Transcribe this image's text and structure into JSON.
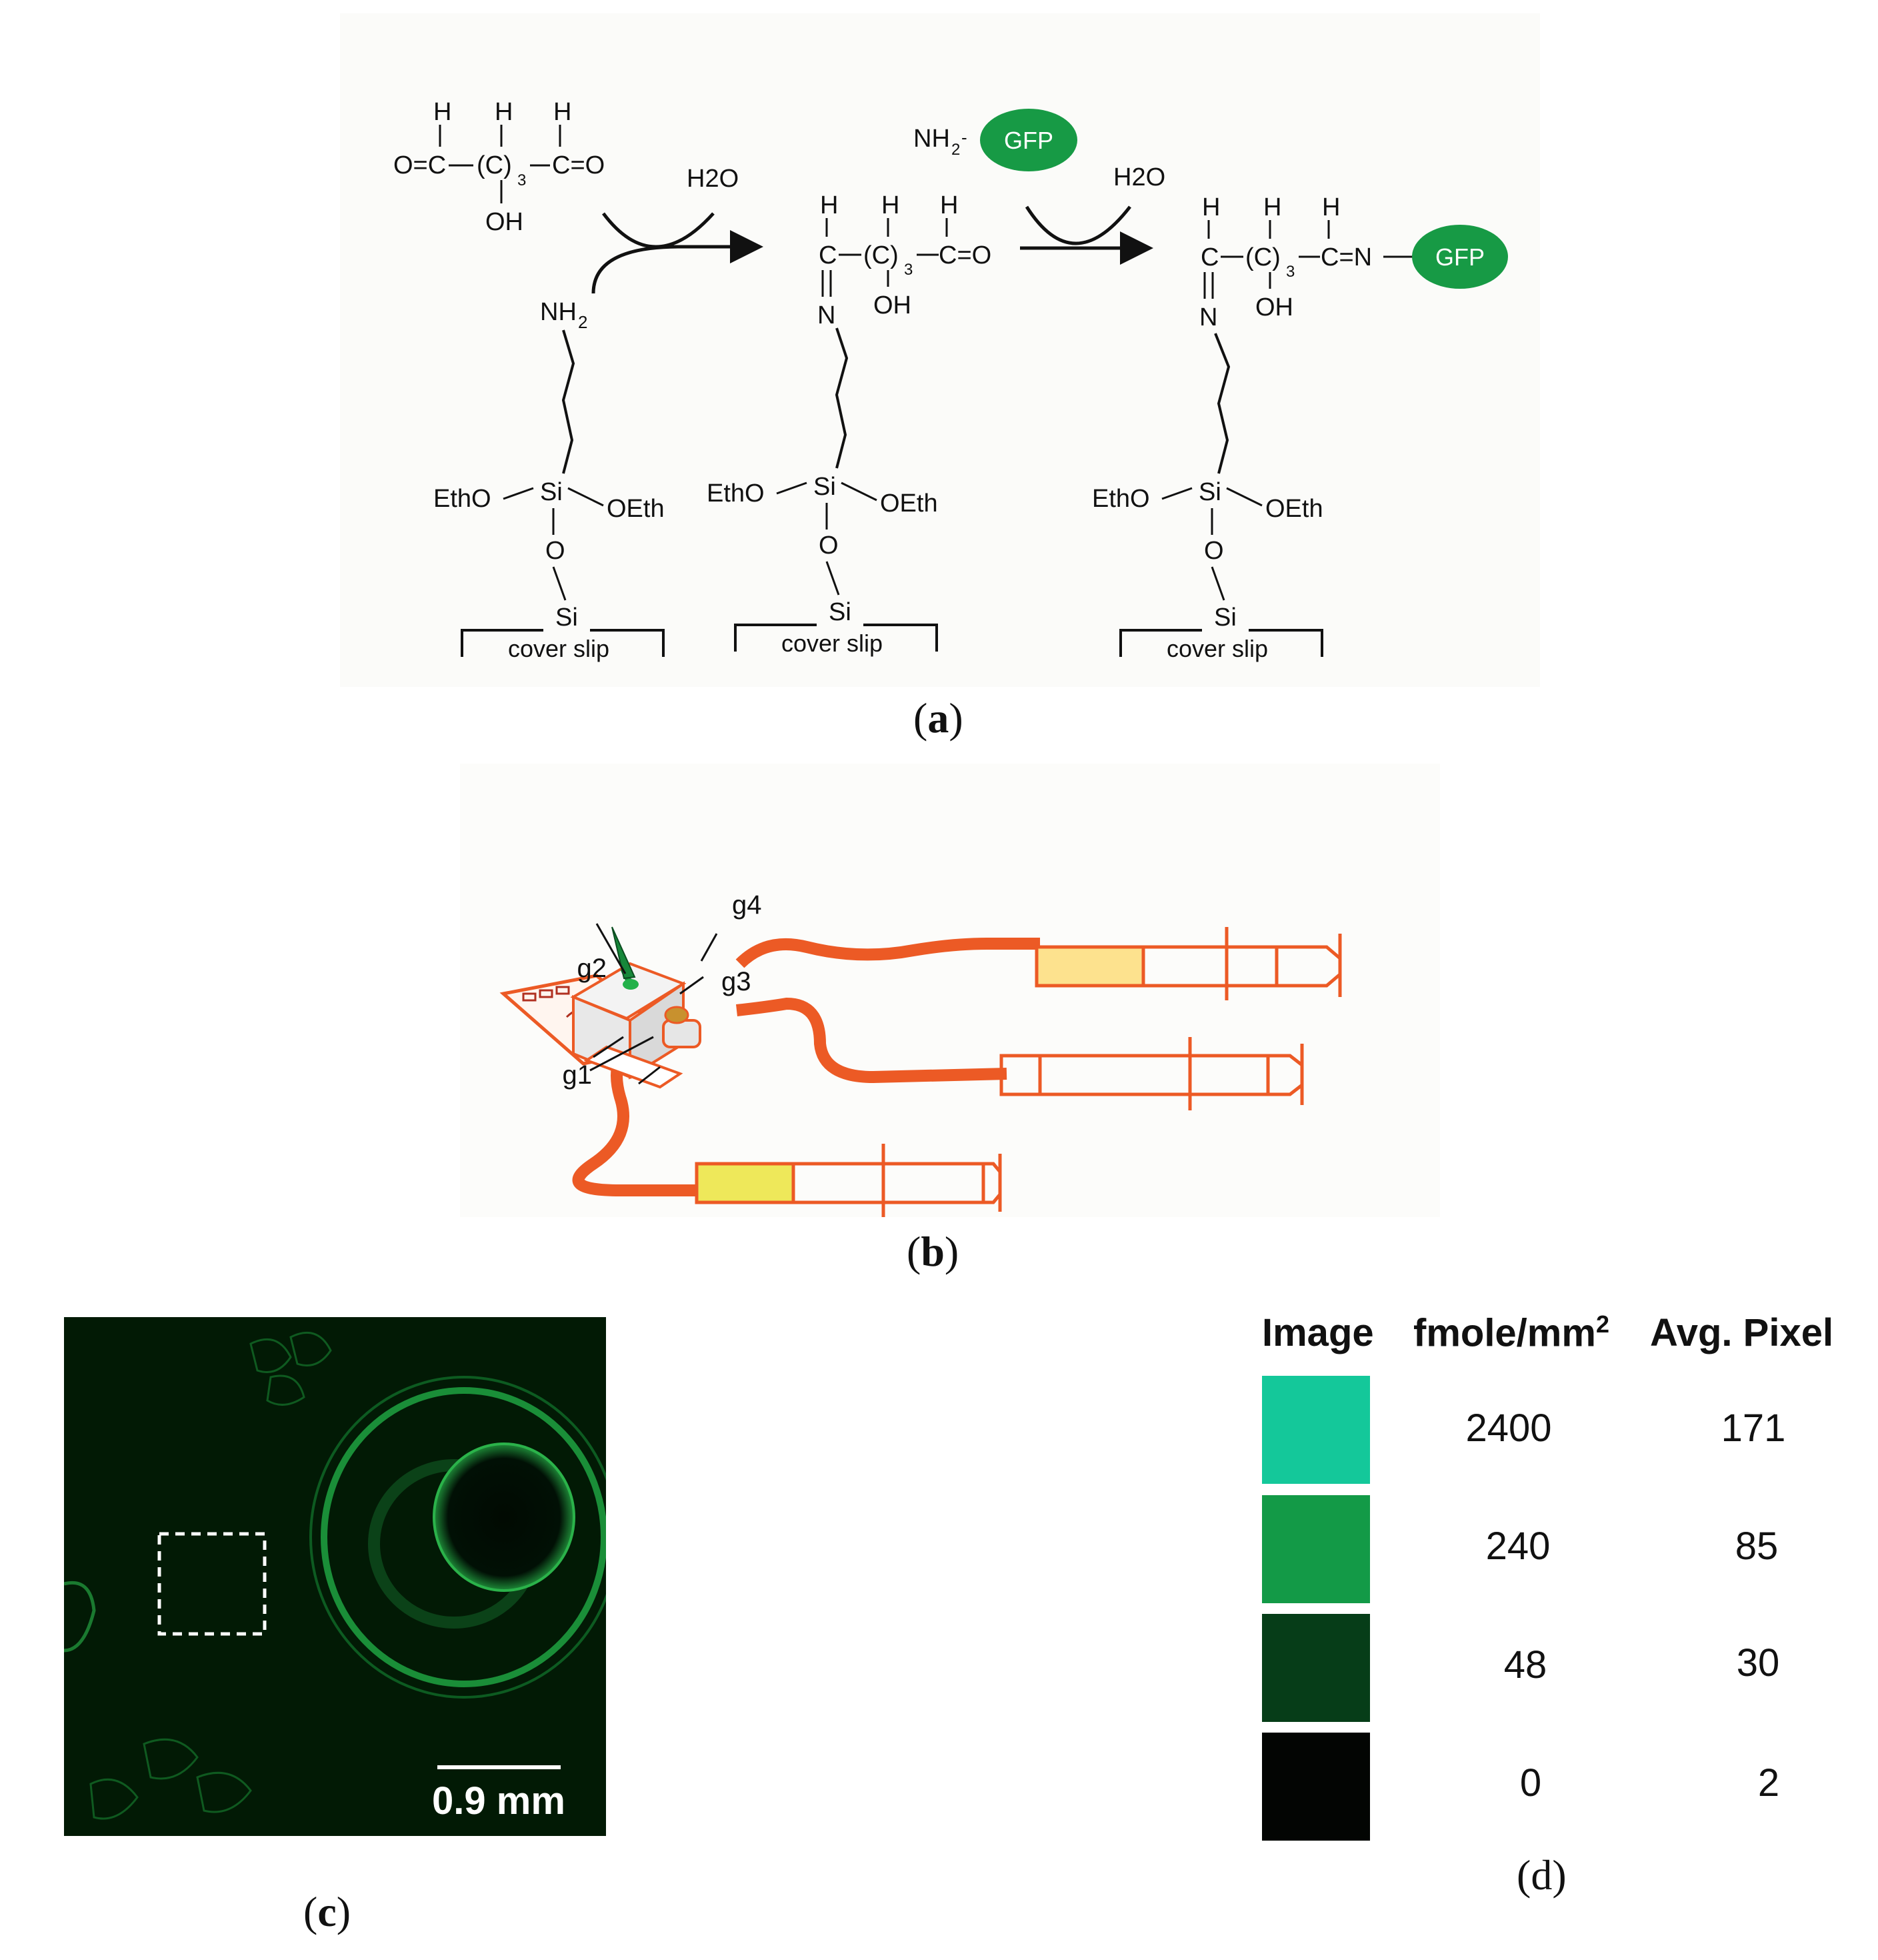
{
  "panel_a": {
    "label": "a",
    "step1": {
      "aldehyde": {
        "h": "H",
        "o_left": "O=C",
        "c3": "(C)",
        "sub3": "3",
        "o_right": "C=O",
        "oh": "OH"
      },
      "amine": "NH",
      "amine_sub": "2",
      "water": "H2O"
    },
    "step2": {
      "c": "C",
      "n": "N",
      "h": "H",
      "c3": "(C)",
      "sub3": "3",
      "o_right": "C=O",
      "oh": "OH",
      "nh2": "NH",
      "nh2_sub": "2",
      "nh2_dash": "-",
      "gfp": "GFP",
      "water": "H2O"
    },
    "step3": {
      "c": "C",
      "n": "N",
      "h": "H",
      "c3": "(C)",
      "sub3": "3",
      "c_n": "C=N",
      "oh": "OH",
      "gfp": "GFP"
    },
    "silane": {
      "ethoxy_left": "EthO",
      "si": "Si",
      "ethoxy_right": "OEth",
      "o": "O",
      "si_surface": "Si",
      "surface": "cover slip"
    }
  },
  "panel_b": {
    "label": "b",
    "callouts": [
      "g1",
      "g2",
      "g3",
      "g4"
    ],
    "colors": {
      "tubing": "#ec5a25",
      "syringe_outline": "#ec5a25",
      "fill_orange": "#fde28e",
      "fill_yellow": "#eee85a",
      "needle": "#17883a",
      "block": "#e5e5e5"
    }
  },
  "panel_c": {
    "label": "c",
    "scale_bar": "0.9 mm",
    "colors": {
      "background": "#021a05",
      "edges": "#2bb24a"
    }
  },
  "panel_d": {
    "label": "d",
    "headers": {
      "image": "Image",
      "concentration": "fmole/mm",
      "concentration_sup": "2",
      "pixel": "Avg. Pixel"
    },
    "rows": [
      {
        "concentration": "2400",
        "pixel": "171",
        "color": "#14c89a"
      },
      {
        "concentration": "240",
        "pixel": "85",
        "color": "#139a47"
      },
      {
        "concentration": "48",
        "pixel": "30",
        "color": "#063d18"
      },
      {
        "concentration": "0",
        "pixel": "2",
        "color": "#030503"
      }
    ]
  }
}
